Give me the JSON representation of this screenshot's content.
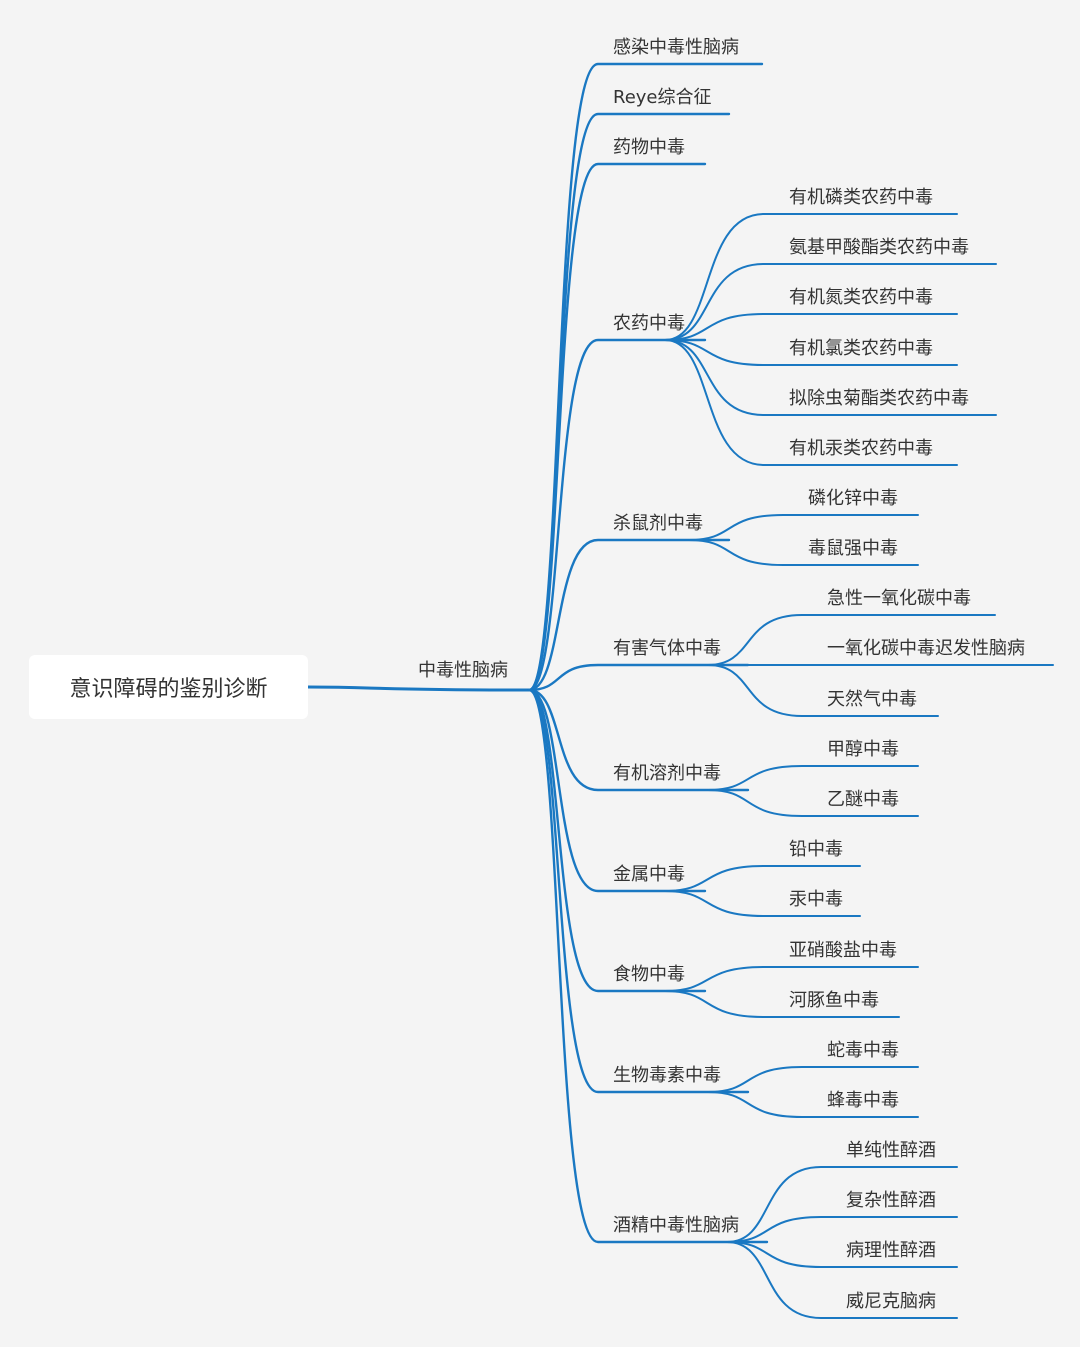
{
  "colors": {
    "background": "#f4f4f4",
    "line": "#1a78c2",
    "text": "#333333",
    "root_box": "#ffffff"
  },
  "root": {
    "label": "意识障碍的鉴别诊断"
  },
  "branch": {
    "label": "中毒性脑病",
    "children": [
      {
        "label": "感染中毒性脑病",
        "children": []
      },
      {
        "label": "Reye综合征",
        "children": []
      },
      {
        "label": "药物中毒",
        "children": []
      },
      {
        "label": "农药中毒",
        "children": [
          {
            "label": "有机磷类农药中毒"
          },
          {
            "label": "氨基甲酸酯类农药中毒"
          },
          {
            "label": "有机氮类农药中毒"
          },
          {
            "label": "有机氯类农药中毒"
          },
          {
            "label": "拟除虫菊酯类农药中毒"
          },
          {
            "label": "有机汞类农药中毒"
          }
        ]
      },
      {
        "label": "杀鼠剂中毒",
        "children": [
          {
            "label": "磷化锌中毒"
          },
          {
            "label": "毒鼠强中毒"
          }
        ]
      },
      {
        "label": "有害气体中毒",
        "children": [
          {
            "label": "急性一氧化碳中毒"
          },
          {
            "label": "一氧化碳中毒迟发性脑病"
          },
          {
            "label": "天然气中毒"
          }
        ]
      },
      {
        "label": "有机溶剂中毒",
        "children": [
          {
            "label": "甲醇中毒"
          },
          {
            "label": "乙醚中毒"
          }
        ]
      },
      {
        "label": "金属中毒",
        "children": [
          {
            "label": "铅中毒"
          },
          {
            "label": "汞中毒"
          }
        ]
      },
      {
        "label": "食物中毒",
        "children": [
          {
            "label": "亚硝酸盐中毒"
          },
          {
            "label": "河豚鱼中毒"
          }
        ]
      },
      {
        "label": "生物毒素中毒",
        "children": [
          {
            "label": "蛇毒中毒"
          },
          {
            "label": "蜂毒中毒"
          }
        ]
      },
      {
        "label": "酒精中毒性脑病",
        "children": [
          {
            "label": "单纯性醉酒"
          },
          {
            "label": "复杂性醉酒"
          },
          {
            "label": "病理性醉酒"
          },
          {
            "label": "威尼克脑病"
          }
        ]
      }
    ]
  }
}
